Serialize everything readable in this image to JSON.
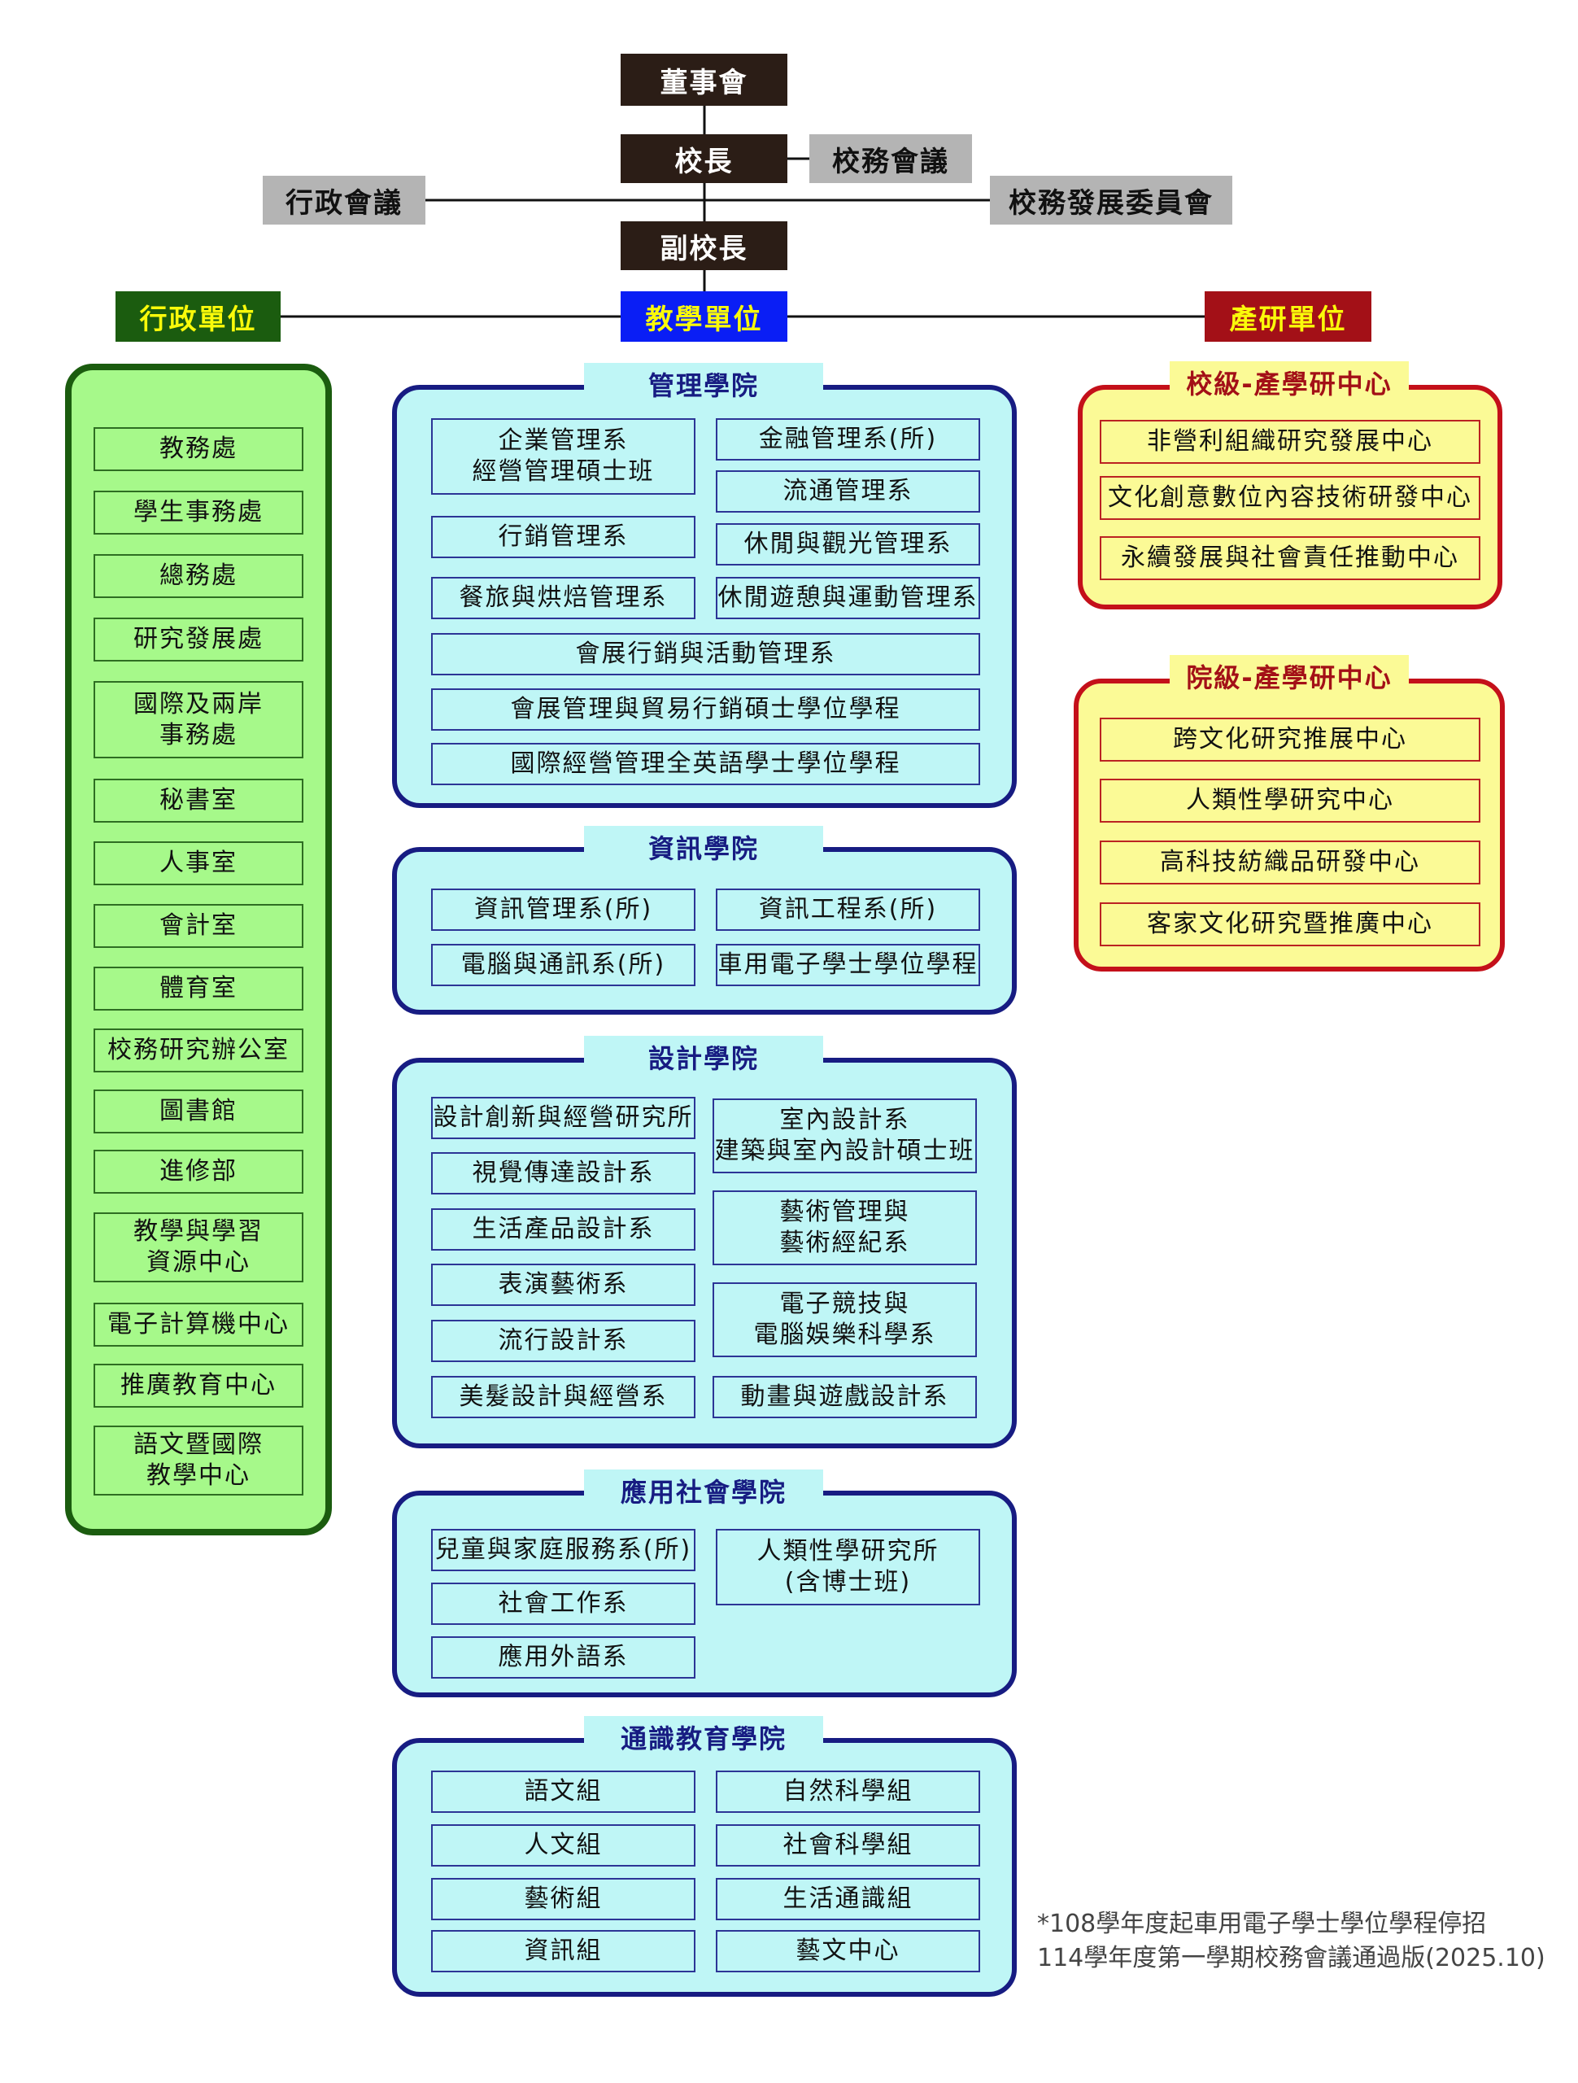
{
  "colors": {
    "top_box": "#2b1d16",
    "gray_box": "#b4b4b4",
    "admin_accent": "#1b5c0f",
    "admin_fill": "#a6f98a",
    "teaching_accent": "#171c82",
    "teaching_header": "#0a1ef5",
    "teaching_fill": "#bff6f6",
    "research_accent": "#c4101a",
    "research_header": "#a31017",
    "research_fill": "#fbfa96"
  },
  "top": {
    "board": "董事會",
    "president": "校長",
    "school_affairs_meeting": "校務會議",
    "admin_meeting": "行政會議",
    "development_committee": "校務發展委員會",
    "vice_president": "副校長"
  },
  "headers": {
    "admin": "行政單位",
    "teaching": "教學單位",
    "research": "產研單位"
  },
  "admin_units": [
    "教務處",
    "學生事務處",
    "總務處",
    "研究發展處",
    "國際及兩岸\n事務處",
    "秘書室",
    "人事室",
    "會計室",
    "體育室",
    "校務研究辦公室",
    "圖書館",
    "進修部",
    "教學與學習\n資源中心",
    "電子計算機中心",
    "推廣教育中心",
    "語文暨國際\n教學中心"
  ],
  "colleges": {
    "management": {
      "title": "管理學院",
      "units": [
        "企業管理系\n經營管理碩士班",
        "金融管理系(所)",
        "流通管理系",
        "行銷管理系",
        "休閒與觀光管理系",
        "餐旅與烘焙管理系",
        "休閒遊憩與運動管理系",
        "會展行銷與活動管理系",
        "會展管理與貿易行銷碩士學位學程",
        "國際經營管理全英語學士學位學程"
      ]
    },
    "information": {
      "title": "資訊學院",
      "units": [
        "資訊管理系(所)",
        "資訊工程系(所)",
        "電腦與通訊系(所)",
        "車用電子學士學位學程"
      ]
    },
    "design": {
      "title": "設計學院",
      "units": [
        "設計創新與經營研究所",
        "室內設計系\n建築與室內設計碩士班",
        "視覺傳達設計系",
        "生活產品設計系",
        "藝術管理與\n藝術經紀系",
        "表演藝術系",
        "流行設計系",
        "電子競技與\n電腦娛樂科學系",
        "美髮設計與經營系",
        "動畫與遊戲設計系"
      ]
    },
    "social": {
      "title": "應用社會學院",
      "units": [
        "兒童與家庭服務系(所)",
        "人類性學研究所\n(含博士班)",
        "社會工作系",
        "應用外語系"
      ]
    },
    "general": {
      "title": "通識教育學院",
      "units": [
        "語文組",
        "自然科學組",
        "人文組",
        "社會科學組",
        "藝術組",
        "生活通識組",
        "資訊組",
        "藝文中心"
      ]
    }
  },
  "research": {
    "school_level": {
      "title": "校級-產學研中心",
      "units": [
        "非營利組織研究發展中心",
        "文化創意數位內容技術研發中心",
        "永續發展與社會責任推動中心"
      ]
    },
    "college_level": {
      "title": "院級-產學研中心",
      "units": [
        "跨文化研究推展中心",
        "人類性學研究中心",
        "高科技紡織品研發中心",
        "客家文化研究暨推廣中心"
      ]
    }
  },
  "notes": {
    "line1": "*108學年度起車用電子學士學位學程停招",
    "line2": "114學年度第一學期校務會議通過版(2025.10)"
  }
}
